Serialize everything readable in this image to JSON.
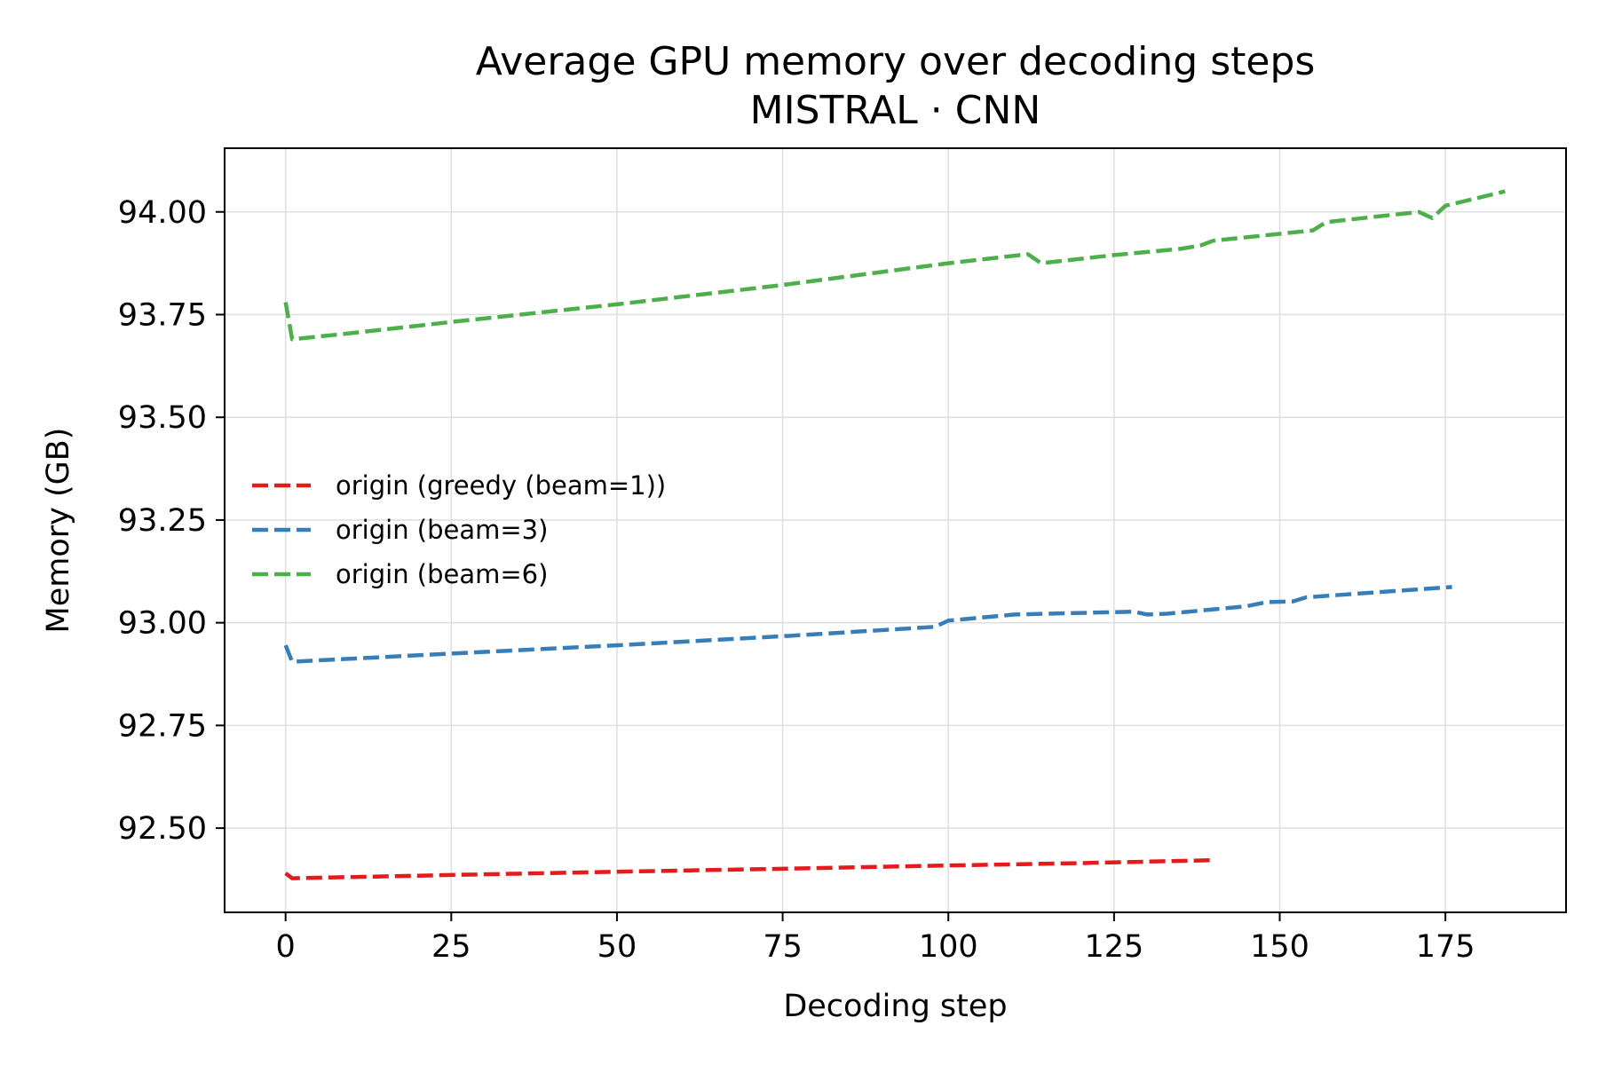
{
  "chart_data": {
    "type": "line",
    "title": "Average GPU memory over decoding steps",
    "subtitle": "MISTRAL · CNN",
    "xlabel": "Decoding step",
    "ylabel": "Memory (GB)",
    "xlim": [
      -9.2,
      193.2
    ],
    "ylim": [
      92.295,
      94.155
    ],
    "xticks": [
      "0",
      "25",
      "50",
      "75",
      "100",
      "125",
      "150",
      "175"
    ],
    "yticks": [
      "92.50",
      "92.75",
      "93.00",
      "93.25",
      "93.50",
      "93.75",
      "94.00"
    ],
    "grid": true,
    "legend_position": "center-left",
    "line_style": "dashed",
    "series": [
      {
        "name": "origin (greedy (beam=1))",
        "color": "#e41a1c",
        "x": [
          0,
          1,
          10,
          25,
          50,
          75,
          100,
          120,
          140
        ],
        "y": [
          92.39,
          92.378,
          92.381,
          92.386,
          92.394,
          92.401,
          92.409,
          92.415,
          92.422
        ]
      },
      {
        "name": "origin (beam=3)",
        "color": "#377eb8",
        "x": [
          0,
          1,
          25,
          50,
          75,
          98,
          100,
          110,
          128,
          130,
          133,
          145,
          148,
          152,
          154,
          176
        ],
        "y": [
          92.945,
          92.905,
          92.925,
          92.945,
          92.967,
          92.99,
          93.005,
          93.02,
          93.027,
          93.02,
          93.022,
          93.04,
          93.05,
          93.052,
          93.062,
          93.087
        ]
      },
      {
        "name": "origin (beam=6)",
        "color": "#4daf4a",
        "x": [
          0,
          1,
          10,
          25,
          50,
          75,
          100,
          112,
          114,
          125,
          135,
          138,
          140,
          155,
          157,
          171,
          173,
          175,
          184
        ],
        "y": [
          93.78,
          93.69,
          93.705,
          93.732,
          93.775,
          93.822,
          93.875,
          93.897,
          93.875,
          93.895,
          93.91,
          93.918,
          93.93,
          93.955,
          93.975,
          94.0,
          93.985,
          94.015,
          94.05
        ]
      }
    ]
  }
}
